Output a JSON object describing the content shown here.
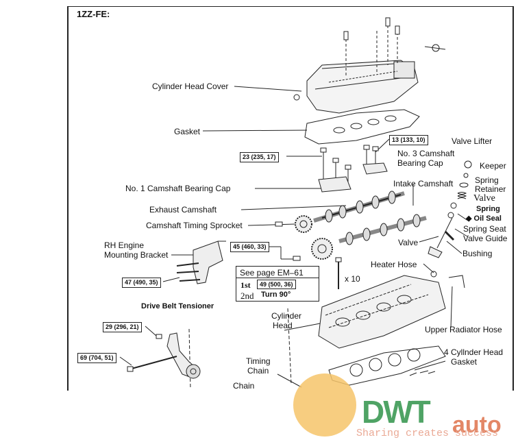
{
  "title": "1ZZ-FE:",
  "labels": {
    "cylinder_head_cover": "Cylinder Head Cover",
    "gasket": "Gasket",
    "no3_cap_1": "No. 3 Camshaft",
    "no3_cap_2": "Bearing Cap",
    "valve_lifter": "Valve Lifter",
    "keeper": "Keeper",
    "spring": "Spring",
    "retainer": "Retainer",
    "valve_small": "Valve",
    "spring2": "Spring",
    "oil_seal": "◆ Oil Seal",
    "spring_seat": "Spring Seat",
    "valve_guide": "Valve Guide",
    "intake_camshaft": "Intake Camshaft",
    "no1_cap": "No. 1 Camshaft Bearing Cap",
    "exhaust_camshaft": "Exhaust Camshaft",
    "timing_sprocket": "Camshaft Timing Sprocket",
    "rh_bracket_1": "RH Engine",
    "rh_bracket_2": "Mounting Bracket",
    "valve": "Valve",
    "bushing": "Bushing",
    "heater_hose": "Heater Hose",
    "cylinder_head_1": "Cylinder",
    "cylinder_head_2": "Head",
    "upper_radiator_hose": "Upper Radiator Hose",
    "head_gasket_1": "4 Cyllnder Head",
    "head_gasket_2": "Gasket",
    "timing_chain_1": "Timing",
    "timing_chain_2": "Chain",
    "chain": "Chain",
    "drive_belt_tensioner": "Drive Belt Tensioner",
    "x10": "x 10"
  },
  "torques": {
    "t13": "13 (133, 10)",
    "t23": "23 (235, 17)",
    "t45": "45 (460, 33)",
    "t47": "47 (490, 35)",
    "t29": "29 (296, 21)",
    "t69": "69 (704, 51)"
  },
  "see_box": {
    "ref": "See page EM–61",
    "step1": "1st",
    "step1_torque": "49 (500, 36)",
    "step2": "2nd",
    "step2_action": "Turn 90°"
  },
  "watermark": {
    "brand": "DWT",
    "auto": "auto",
    "tagline": "Sharing creates success"
  }
}
